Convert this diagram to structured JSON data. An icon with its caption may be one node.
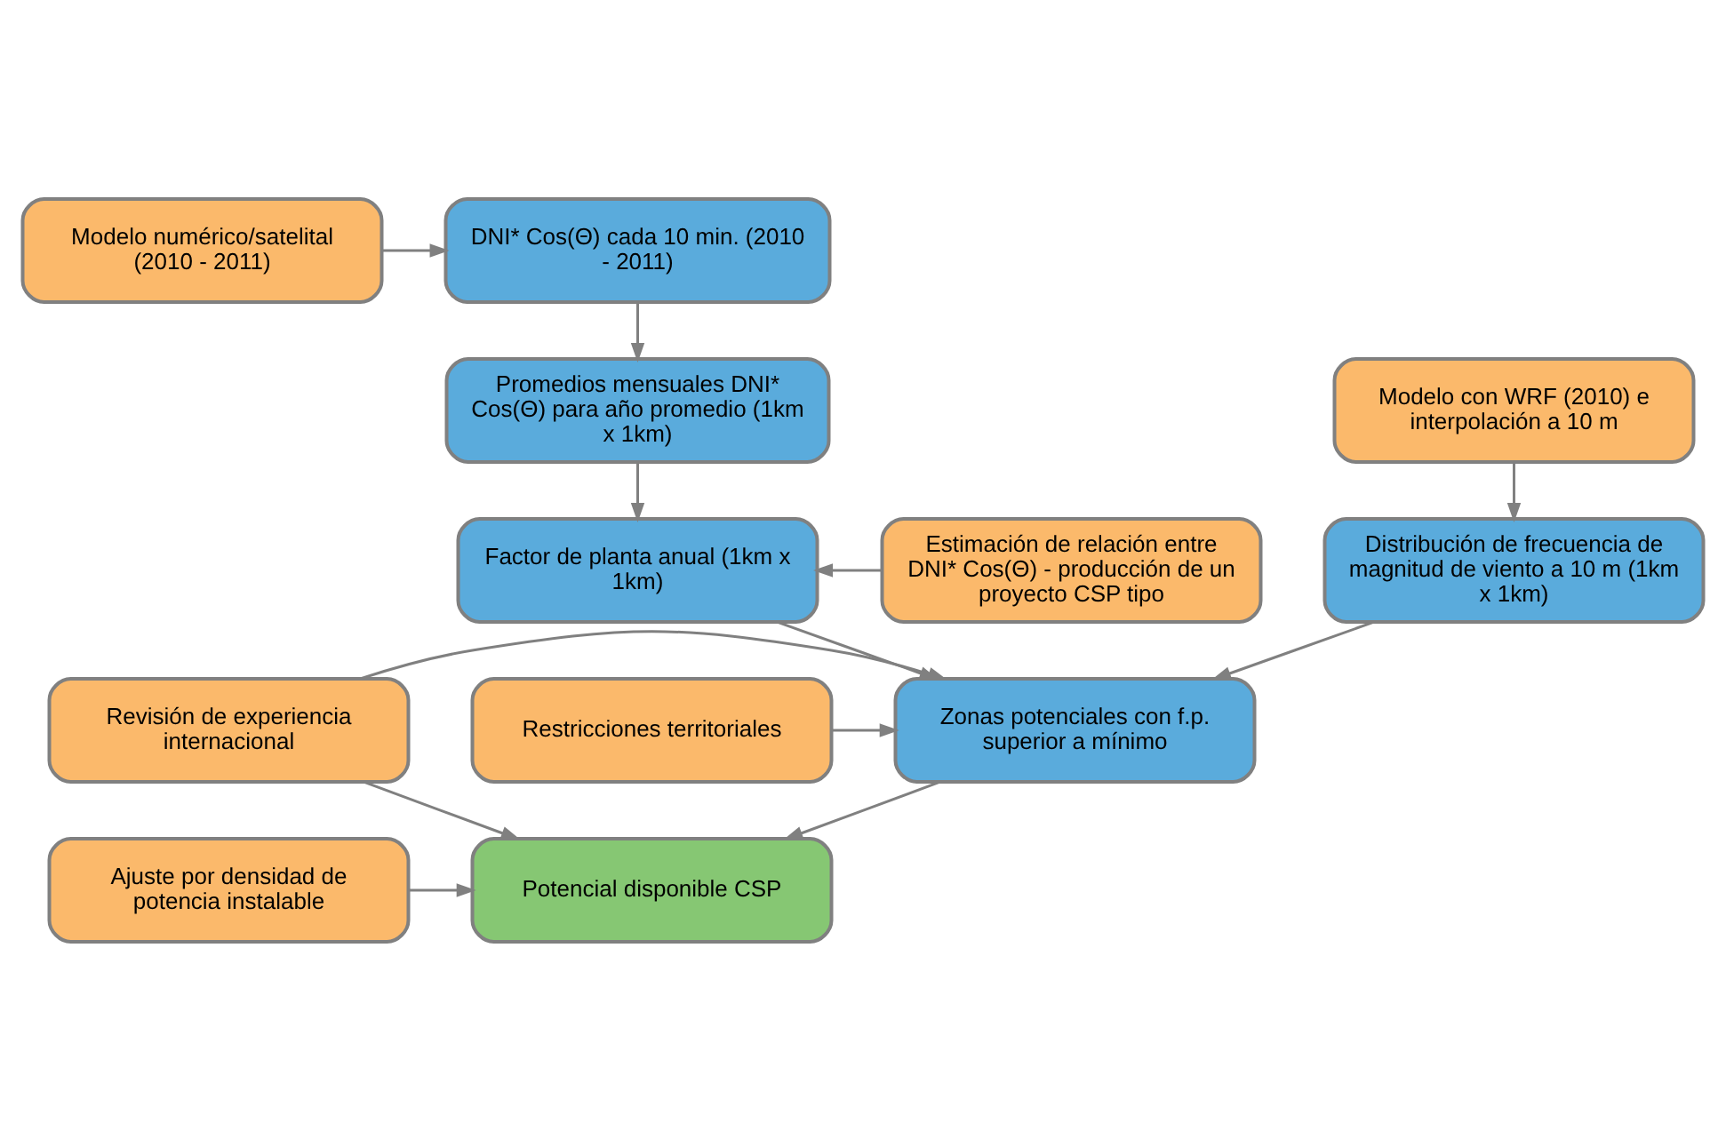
{
  "diagram": {
    "nodes": [
      {
        "text": [
          "Modelo numérico/satelital (2010 - 2011)"
        ]
      },
      {
        "text": [
          "DNI* Cos(Θ) cada 10 min. (2010 - 2011)"
        ]
      },
      {
        "text": [
          "Modelo con WRF (2010) e interpolación a 10 m"
        ]
      },
      {
        "text": [
          "Promedios mensuales DNI* Cos(Θ) para año promedio (1km x 1km)"
        ]
      },
      {
        "text": [
          "Estimación de relación entre DNI* Cos(Θ) - producción de un proyecto CSP tipo"
        ]
      },
      {
        "text": [
          "Distribución de frecuencia de magnitud de viento a 10 m (1km x 1km)"
        ]
      },
      {
        "text": [
          "Factor de planta anual (1km x 1km)"
        ]
      },
      {
        "text": [
          "Restricciones territoriales"
        ]
      },
      {
        "text": [
          "Zonas potenciales con f.p. superior a mínimo"
        ]
      },
      {
        "text": [
          "Ajuste por densidad de potencia instalable"
        ]
      },
      {
        "text": [
          "Revisión de experiencia internacional"
        ]
      },
      {
        "text": [
          "Potencial disponible CSP"
        ]
      }
    ],
    "edges": [
      {
        "from": 0,
        "to": 1,
        "arrow": "to"
      },
      {
        "from": 1,
        "to": 3,
        "arrow": "to"
      },
      {
        "from": 2,
        "to": 5,
        "arrow": "to"
      },
      {
        "from": 3,
        "to": 6,
        "arrow": "to"
      },
      {
        "from": 4,
        "to": 6,
        "arrow": "to"
      },
      {
        "from": 6,
        "to": 8,
        "arrow": "to"
      },
      {
        "from": 5,
        "to": 8,
        "arrow": "to"
      },
      {
        "from": 7,
        "to": 8,
        "arrow": "to"
      },
      {
        "from": 10,
        "to": 8,
        "arrow": "to"
      },
      {
        "from": 8,
        "to": 11,
        "arrow": "to"
      },
      {
        "from": 9,
        "to": 11,
        "arrow": "to"
      },
      {
        "from": 10,
        "to": 11,
        "arrow": "to"
      }
    ]
  }
}
